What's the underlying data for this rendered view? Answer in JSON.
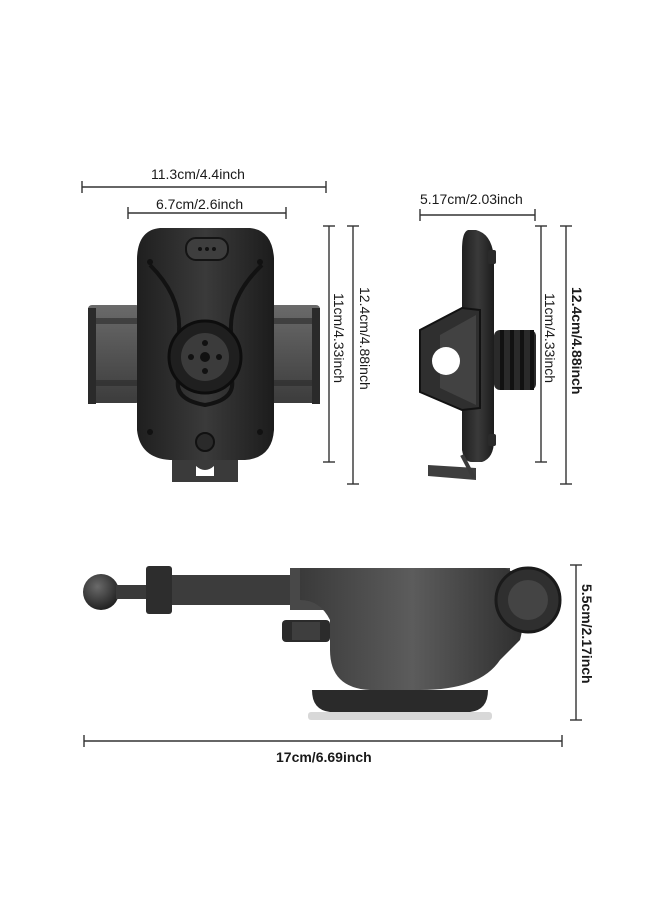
{
  "front_view": {
    "overall_width": "11.3cm/4.4inch",
    "inner_width": "6.7cm/2.6inch",
    "inner_height": "11cm/4.33inch",
    "overall_height": "12.4cm/4.88inch"
  },
  "side_view": {
    "depth": "5.17cm/2.03inch",
    "inner_height": "11cm/4.33inch",
    "overall_height": "12.4cm/4.88inch"
  },
  "base_view": {
    "length": "17cm/6.69inch",
    "height": "5.5cm/2.17inch"
  },
  "colors": {
    "body_dark": "#2b2b2b",
    "body_mid": "#3d3d3d",
    "arm_grey": "#5a5a5a",
    "dimension_line": "#333333"
  }
}
